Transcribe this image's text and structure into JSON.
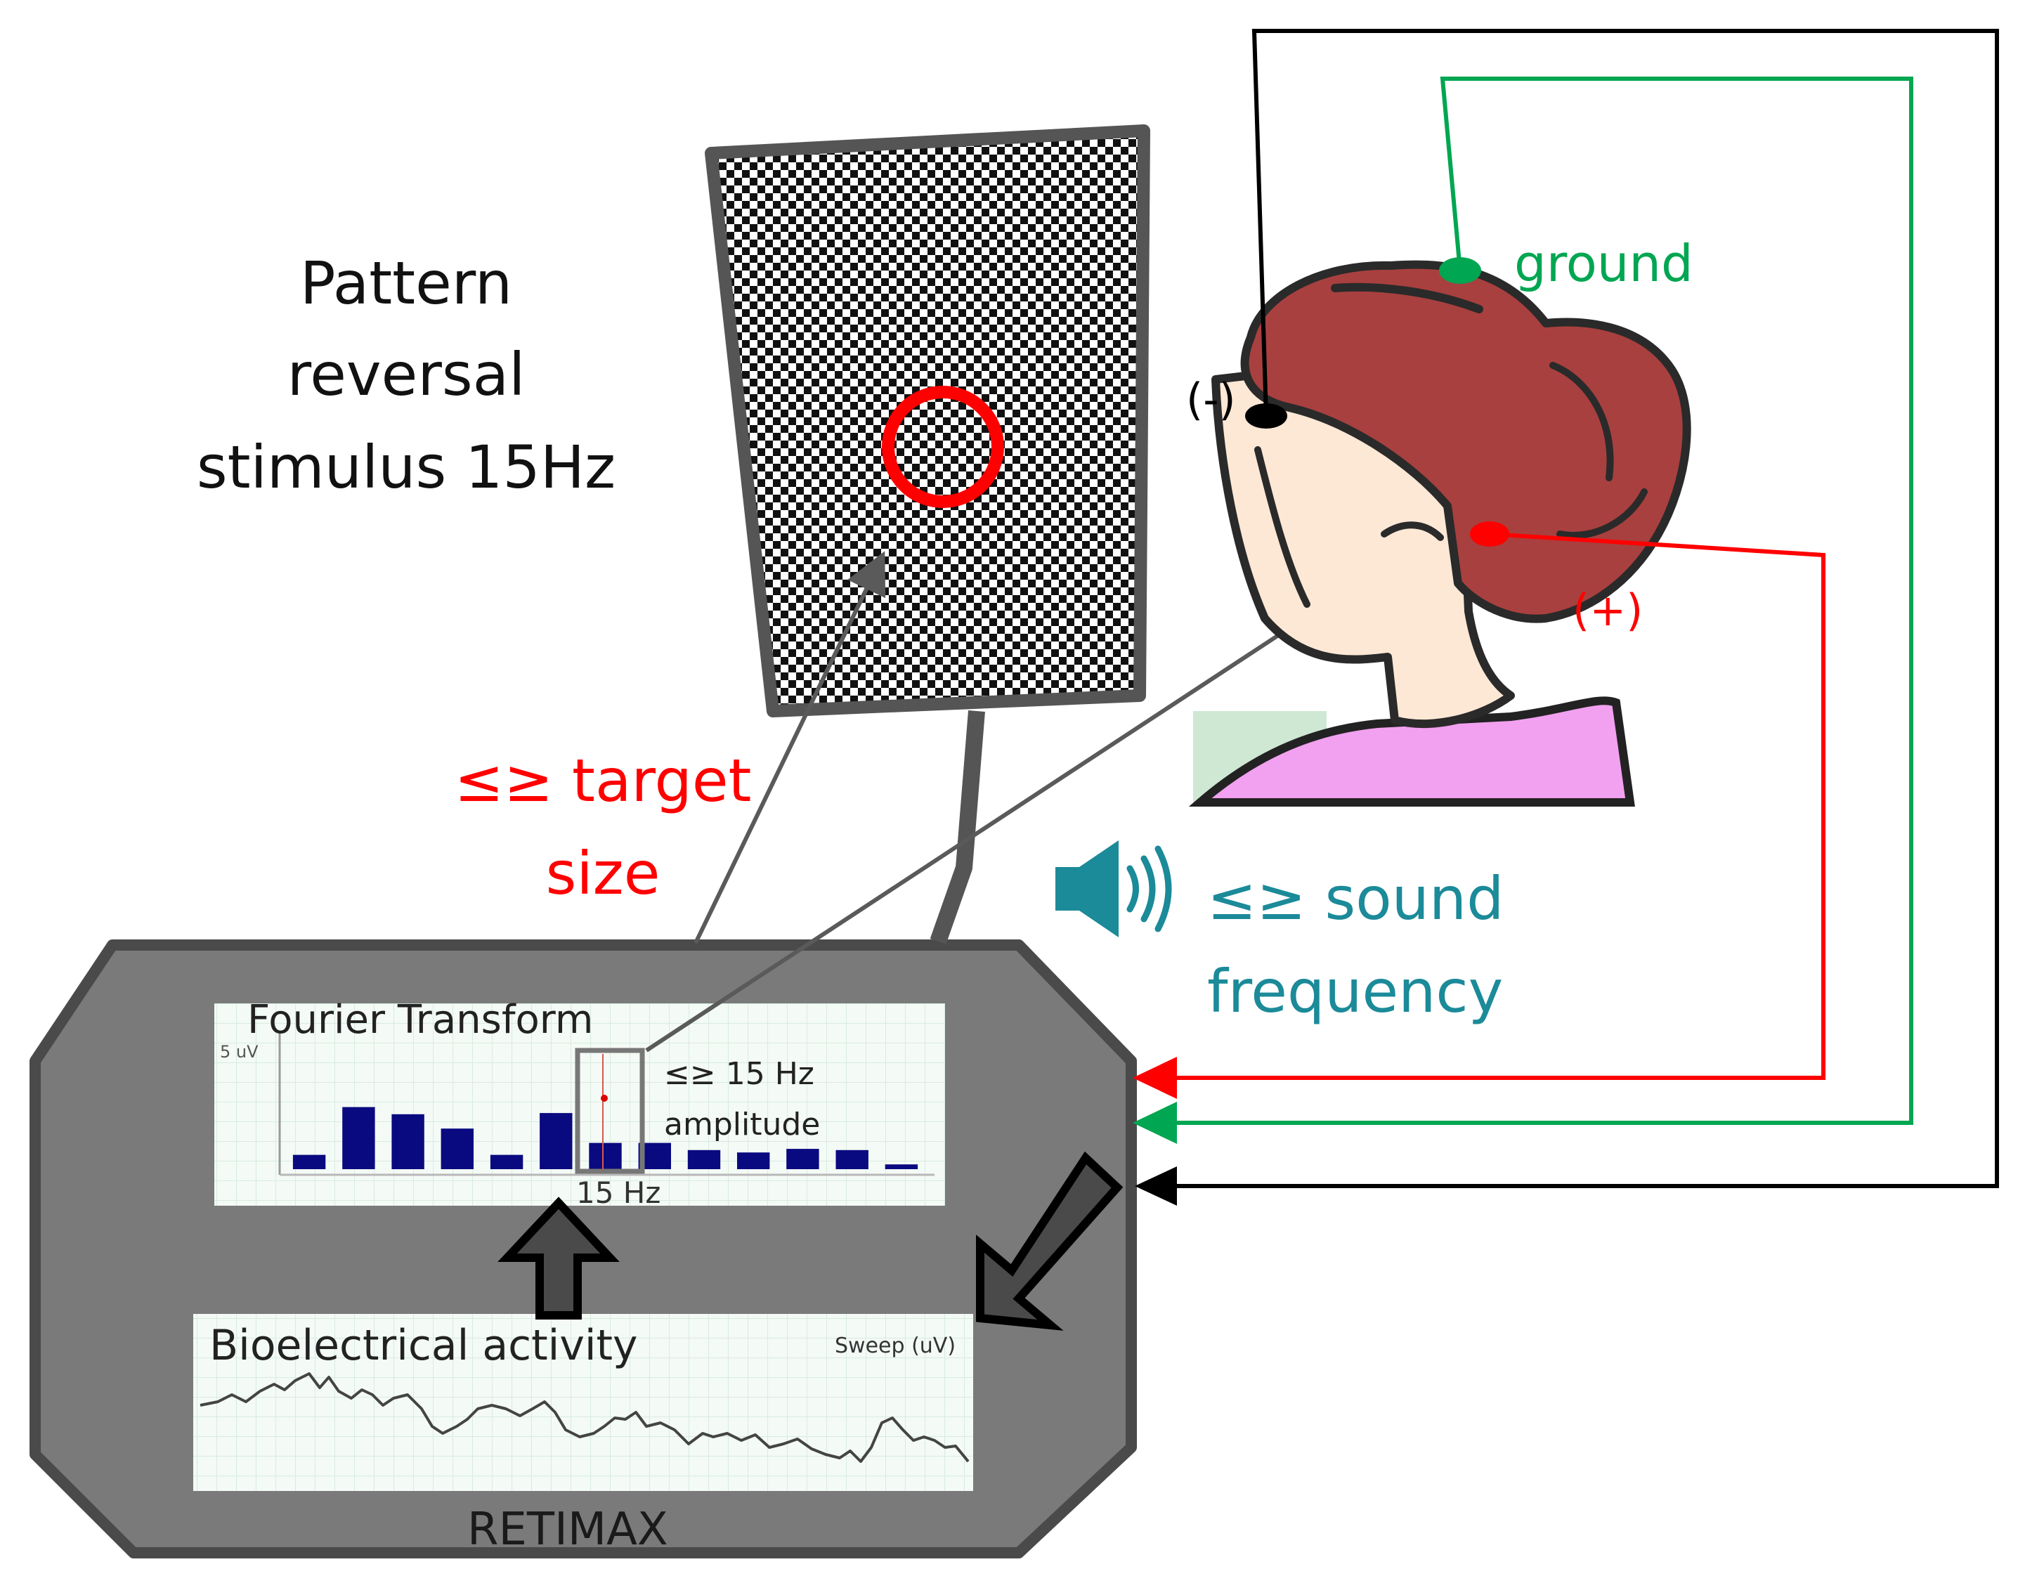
{
  "stimulus": {
    "title_lines": [
      "Pattern",
      "reversal",
      "stimulus 15Hz"
    ]
  },
  "target": {
    "lines": [
      "≤≥ target",
      "size"
    ]
  },
  "sound": {
    "lines": [
      "≤≥ sound",
      "frequency"
    ],
    "icon": "speaker-icon"
  },
  "electrodes": {
    "ground": "ground",
    "negative": "(-)",
    "positive": "(+)"
  },
  "device": {
    "name": "RETIMAX",
    "fourier": {
      "title": "Fourier Transform",
      "unit": "5 uV",
      "annotation_lines": [
        "≤≥ 15 Hz",
        "amplitude"
      ],
      "axis_marker": "15 Hz"
    },
    "sweep": {
      "title": "Bioelectrical activity",
      "unit": "Sweep (uV)"
    }
  },
  "colors": {
    "red": "#ff0000",
    "green": "#00a651",
    "black": "#000000",
    "teal": "#1b8a99",
    "device": "#7a7a7a",
    "device_border": "#4a4a4a",
    "bar": "#0a0a80",
    "hair": "#a8403f",
    "skin": "#fde8d6",
    "shirt": "#f2a0f0"
  },
  "chart_data": {
    "type": "bar",
    "title": "Fourier Transform",
    "ylabel": "5 uV",
    "xlabel": "15 Hz",
    "values": [
      1.2,
      5.2,
      4.6,
      3.4,
      1.2,
      4.7,
      2.2,
      2.2,
      1.6,
      1.4,
      1.7,
      1.6,
      0.4
    ],
    "highlight_index": 6,
    "ylim": [
      0,
      10
    ]
  }
}
